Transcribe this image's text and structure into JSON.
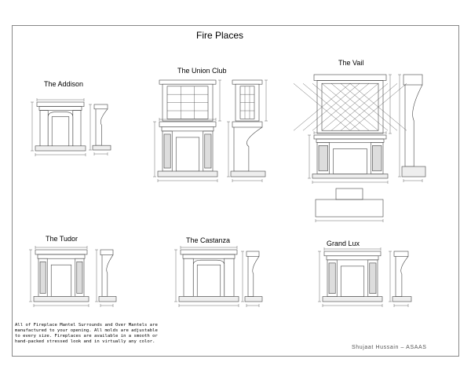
{
  "sheet": {
    "title": "Fire Places",
    "note": "All of Fireplace Mantel Surrounds and Over Mantels are manufactured to your opening. All molds are adjustable to every size. Fireplaces are available in a smooth or hand-packed stressed look and in virtually any color.",
    "signature": "Shujaat Hussain   – ASAAS",
    "line_color": "#444444"
  },
  "fireplaces": [
    {
      "name": "The Addison"
    },
    {
      "name": "The Union Club"
    },
    {
      "name": "The Vail"
    },
    {
      "name": "The Tudor"
    },
    {
      "name": "The Castanza"
    },
    {
      "name": "Grand Lux"
    }
  ]
}
